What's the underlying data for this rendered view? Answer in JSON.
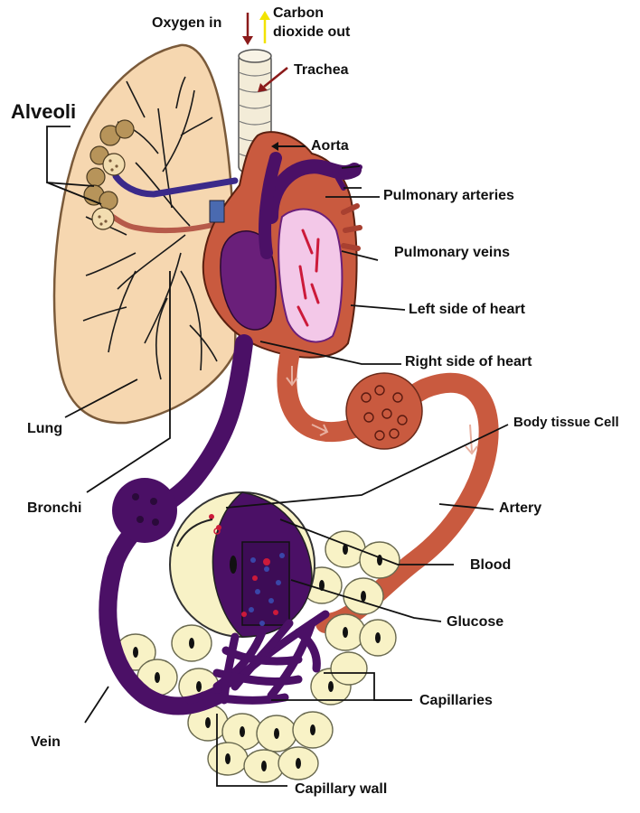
{
  "labels": {
    "oxygen_in": "Oxygen in",
    "carbon_dioxide_out": "Carbon\ndioxide out",
    "trachea": "Trachea",
    "alveoli": "Alveoli",
    "aorta": "Aorta",
    "pulmonary_arteries": "Pulmonary arteries",
    "pulmonary_veins": "Pulmonary veins",
    "left_side_of_heart": "Left side of heart",
    "right_side_of_heart": "Right side of heart",
    "body_tissue_cell": "Body tissue Cell",
    "lung": "Lung",
    "artery": "Artery",
    "bronchi": "Bronchi",
    "blood": "Blood",
    "glucose": "Glucose",
    "capillaries": "Capillaries",
    "vein": "Vein",
    "capillary_wall": "Capillary wall"
  },
  "colors": {
    "lung": "#f6d7b0",
    "lung_edge": "#7a5a3a",
    "heart_muscle": "#c95a3f",
    "heart_chamber_pink": "#f3c8e8",
    "deoxygenated_vessel": "#4b1066",
    "artery": "#c95a3f",
    "cell": "#f8f2c6",
    "alveoli": "#b7945a",
    "oxygen_arrow": "#8b1a1a",
    "co2_arrow": "#f2e300",
    "glucose_dot": "#cc1a3a",
    "blood_dot": "#3a46a8"
  },
  "icons": {
    "oxygen_in_arrow": "arrow-down-icon",
    "carbon_dioxide_out_arrow": "arrow-up-icon",
    "flow_arrows": "flow-arrow-icon"
  }
}
